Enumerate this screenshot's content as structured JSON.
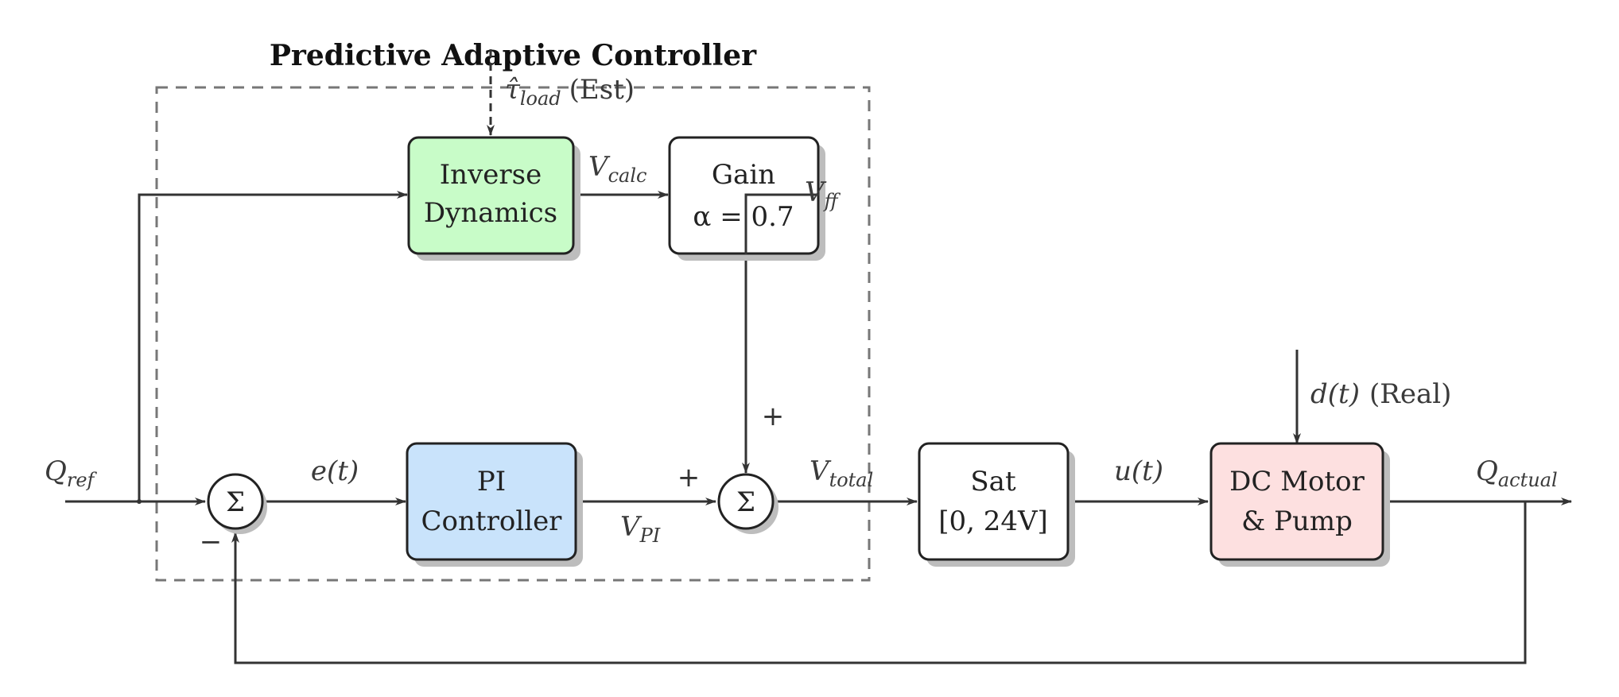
{
  "title": "Predictive Adaptive Controller",
  "blocks": {
    "inverse_dynamics": {
      "line1": "Inverse",
      "line2": "Dynamics",
      "fill": "#c8fcc8"
    },
    "gain": {
      "line1": "Gain",
      "line2": "α = 0.7",
      "fill": "#ffffff"
    },
    "pi": {
      "line1": "PI",
      "line2": "Controller",
      "fill": "#c9e3fb"
    },
    "sat": {
      "line1": "Sat",
      "line2": "[0, 24V]",
      "fill": "#ffffff"
    },
    "motor": {
      "line1": "DC Motor",
      "line2": "& Pump",
      "fill": "#fde0e0"
    }
  },
  "summers": {
    "symbol": "Σ"
  },
  "signs": {
    "sum1_minus": "−",
    "sum2_plus_left": "+",
    "sum2_plus_top": "+"
  },
  "signals": {
    "q_ref": {
      "main": "Q",
      "sub": "ref"
    },
    "e": {
      "main": "e(t)"
    },
    "v_calc": {
      "main": "V",
      "sub": "calc"
    },
    "v_ff": {
      "main": "V",
      "sub": "ff"
    },
    "v_pi": {
      "main": "V",
      "sub": "PI"
    },
    "v_total": {
      "main": "V",
      "sub": "total"
    },
    "u": {
      "main": "u(t)"
    },
    "q_actual": {
      "main": "Q",
      "sub": "actual"
    },
    "tau_load": {
      "main": "τ̂",
      "sub": "load",
      "note": "(Est)"
    },
    "d": {
      "main": "d(t)",
      "note": "(Real)"
    }
  },
  "colors": {
    "wire": "#333333",
    "controller_boundary": "#777777"
  }
}
